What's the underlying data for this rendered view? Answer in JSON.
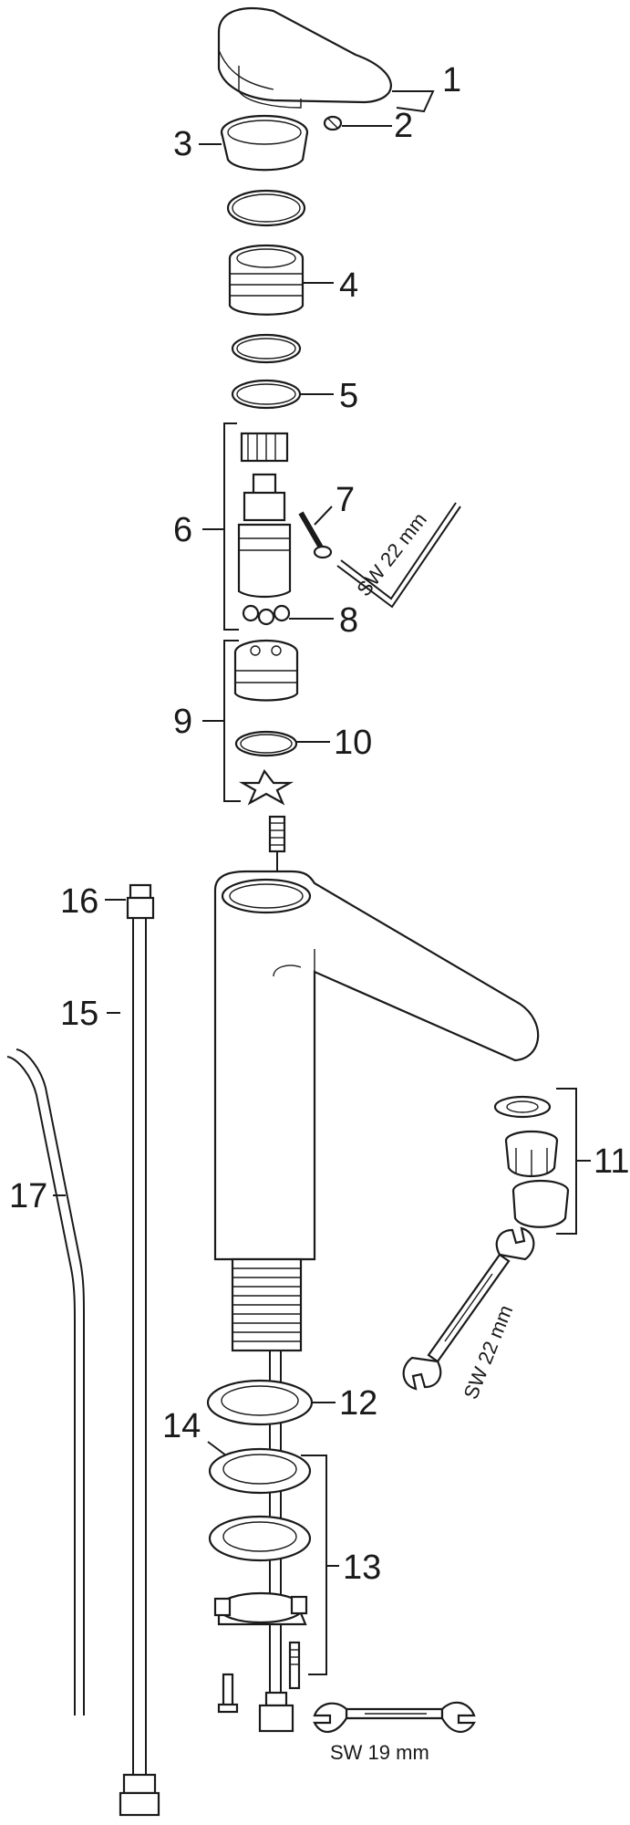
{
  "diagram": {
    "part_labels": [
      "1",
      "2",
      "3",
      "4",
      "5",
      "6",
      "7",
      "8",
      "9",
      "10",
      "11",
      "12",
      "13",
      "14",
      "15",
      "16",
      "17"
    ],
    "tool_labels": {
      "hex_key": "SW 22 mm",
      "wrench_aerator": "SW 22 mm",
      "wrench_bottom": "SW 19 mm"
    }
  }
}
